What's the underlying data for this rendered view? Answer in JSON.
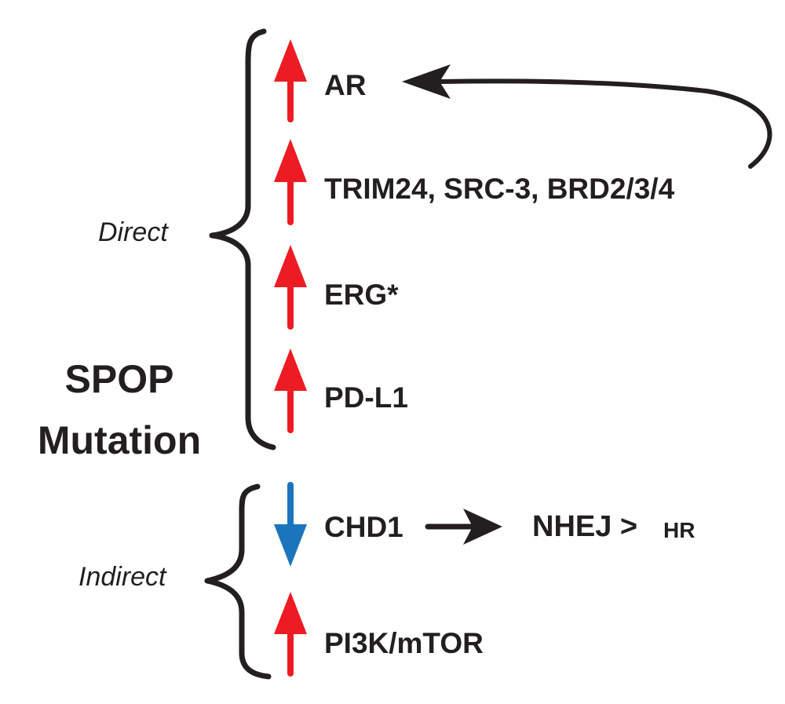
{
  "title": {
    "line1": "SPOP",
    "line2": "Mutation"
  },
  "groups": {
    "direct": {
      "label": "Direct"
    },
    "indirect": {
      "label": "Indirect"
    }
  },
  "targets": {
    "ar": {
      "label": "AR",
      "direction": "up"
    },
    "trim24": {
      "label": "TRIM24, SRC-3, BRD2/3/4",
      "direction": "up"
    },
    "erg": {
      "label": "ERG*",
      "direction": "up"
    },
    "pdl1": {
      "label": "PD-L1",
      "direction": "up"
    },
    "chd1": {
      "label": "CHD1",
      "direction": "down"
    },
    "pi3k": {
      "label": "PI3K/mTOR",
      "direction": "up"
    }
  },
  "outcome": {
    "nhej": "NHEJ >",
    "hr": "HR"
  },
  "colors": {
    "up": "#ed1c24",
    "down": "#1b75bc",
    "ink": "#231f20"
  }
}
